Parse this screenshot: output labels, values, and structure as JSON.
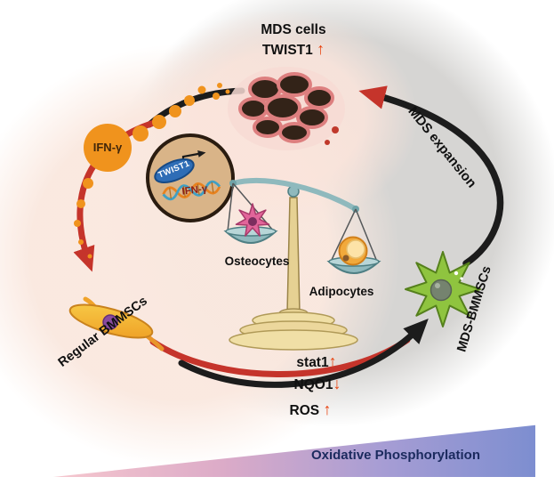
{
  "diagram": {
    "mds_cells": {
      "line1": "MDS cells",
      "line2": "TWIST1",
      "arrow": "↑"
    },
    "mds_expansion": "MDS expansion",
    "ifn_gamma": "IFN-γ",
    "inset": {
      "twist1": "TWIST1",
      "ifn_gamma": "IFN-γ"
    },
    "balance": {
      "left": "Osteocytes",
      "right": "Adipocytes"
    },
    "mds_bmmscs": "MDS-BMMSCs",
    "regular_bmmscs": "Regular BMMSCs",
    "markers": [
      {
        "label": "stat1",
        "arrow": "↑",
        "direction": "up"
      },
      {
        "label": "NQO1",
        "arrow": "↓",
        "direction": "down"
      },
      {
        "label": "ROS",
        "arrow": "↑",
        "direction": "up"
      }
    ],
    "gradient_bar": "Oxidative Phosphorylation",
    "icons": {
      "mds-cell-cluster": "cluster of dark MDS blast cells with red rims",
      "ifn-gamma-dots": "orange secreted cytokine dots",
      "twist1-ifng-inset": "circular inset with TWIST1 gene and DNA helix",
      "balance-scale": "tilted weighing scale",
      "osteocyte-icon": "pink star-shaped osteocyte on left pan",
      "adipocyte-icon": "orange fat cell on right pan",
      "mds-bmmsc-icon": "green star-shaped stromal cell",
      "regular-bmmsc-icon": "orange spindle stromal cell",
      "cycle-arrows": "red and black curved cycle arrows",
      "gradient-triangle": "pink-to-blue wedge"
    },
    "colors": {
      "red_arrow": "#c5342b",
      "red_updown": "#e8420e",
      "orange": "#f0931d",
      "green_cell": "#8fc43f",
      "scale_teal": "#8fb9bd",
      "base_tan": "#eed9a0",
      "navy_text": "#1b2a5e",
      "peach_bg": "#fae8df",
      "gray_bg": "#d6d5d3",
      "inset_bg": "#d9b488",
      "twist1_pill": "#2e6db6"
    }
  }
}
